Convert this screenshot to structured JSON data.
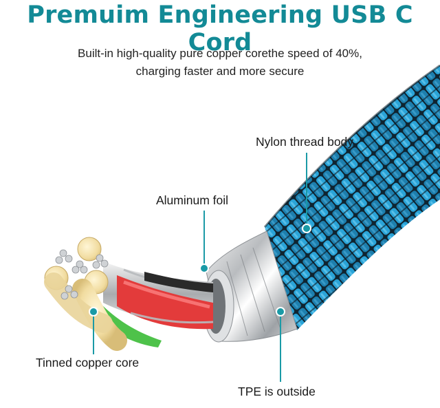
{
  "title": "Premuim Engineering USB C Cord",
  "subtitle": {
    "line1": "Built-in high-quality pure copper corethe speed of 40%,",
    "line2": "charging faster and more secure"
  },
  "labels": {
    "nylon": "Nylon thread body",
    "aluminum": "Aluminum foil",
    "copper": "Tinned copper core",
    "tpe": "TPE is outside"
  },
  "colors": {
    "title": "#138a96",
    "leader": "#1a9aa6",
    "braid_blue": "#2aa4d8",
    "braid_dark": "#163040",
    "wire_red": "#e33b3b",
    "wire_green": "#4ec24a",
    "copper_cap": "#f1dca0"
  }
}
